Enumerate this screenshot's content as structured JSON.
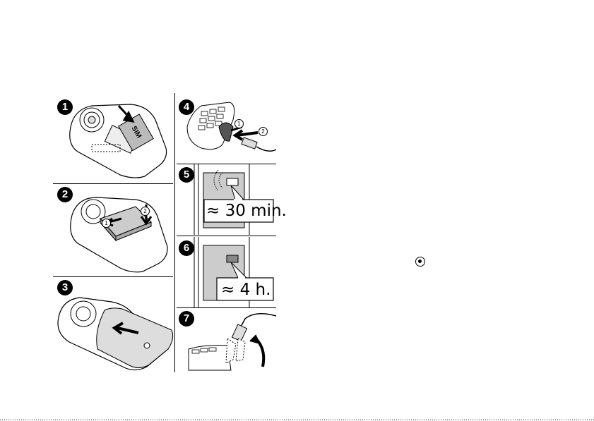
{
  "steps": [
    "1",
    "2",
    "3",
    "4",
    "5",
    "6",
    "7"
  ],
  "sim_label": "SIM",
  "sub_steps": [
    "1",
    "2"
  ],
  "time_charge_icon": "≈ 30 min.",
  "time_full_charge": "≈ 4 h.",
  "icons": {
    "joystick": "joystick-select-icon"
  }
}
